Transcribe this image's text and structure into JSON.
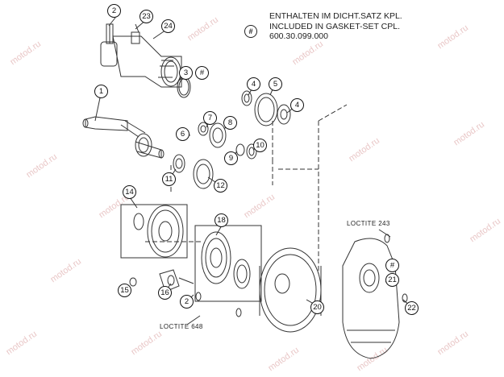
{
  "note": {
    "symbol": "#",
    "lines": [
      "ENTHALTEN IM DICHT.SATZ KPL.",
      "INCLUDED IN GASKET-SET CPL.",
      "600.30.099.000"
    ]
  },
  "loctite_labels": [
    {
      "id": "loctite-243",
      "text": "LOCTITE 243"
    },
    {
      "id": "loctite-648",
      "text": "LOCTITE 648"
    }
  ],
  "callouts": [
    "1",
    "2",
    "2",
    "3",
    "#",
    "4",
    "4",
    "5",
    "6",
    "7",
    "8",
    "9",
    "10",
    "11",
    "12",
    "14",
    "15",
    "16",
    "18",
    "20",
    "21",
    "#",
    "22",
    "23",
    "24"
  ],
  "watermark": "motod.ru",
  "colors": {
    "line": "#333333",
    "watermark": "#e9c7c7"
  }
}
